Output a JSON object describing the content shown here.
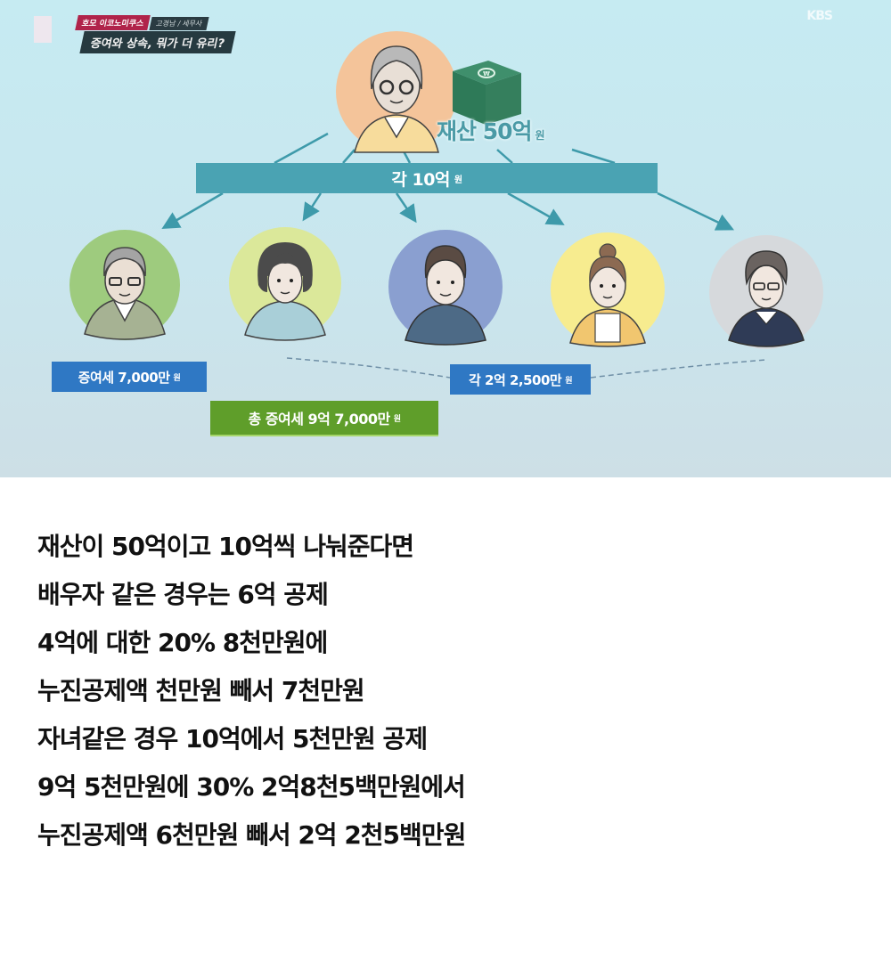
{
  "broadcast": {
    "program_tag": "호모 이코노미쿠스",
    "guest_tag": "고경남 / 세무사",
    "headline": "증여와 상속, 뭐가 더 유리?",
    "channel_logo": "KBS"
  },
  "diagram": {
    "giver": {
      "icon": "elderly-woman-avatar",
      "money_icon": "won-banknote-stack-icon",
      "asset_label": "재산 50억",
      "asset_unit": "원"
    },
    "distribution_bar": {
      "label": "각 10억",
      "unit": "원"
    },
    "recipients": [
      {
        "icon": "elderly-man-avatar",
        "bg": "#9ecb7e"
      },
      {
        "icon": "woman-short-hair-avatar",
        "bg": "#dbe89a"
      },
      {
        "icon": "young-man-avatar",
        "bg": "#8a9fd0"
      },
      {
        "icon": "woman-hair-bun-avatar",
        "bg": "#f7ec8f"
      },
      {
        "icon": "man-glasses-avatar",
        "bg": "#d6d9dc"
      }
    ],
    "spouse_tax": {
      "label": "증여세 7,000만",
      "unit": "원"
    },
    "children_tax": {
      "label": "각 2억 2,500만",
      "unit": "원"
    },
    "total_tax": {
      "label": "총 증여세 9억 7,000만",
      "unit": "원"
    },
    "colors": {
      "teal": "#4aa3b3",
      "blue": "#2f78c4",
      "green": "#5f9e2a",
      "giver_bg": "#f4c49a"
    }
  },
  "explanation": {
    "lines": [
      "재산이 50억이고 10억씩 나눠준다면",
      "배우자 같은 경우는 6억 공제",
      "4억에 대한 20% 8천만원에",
      "누진공제액 천만원 빼서 7천만원",
      "자녀같은 경우 10억에서 5천만원 공제",
      "9억 5천만원에 30% 2억8천5백만원에서",
      "누진공제액 6천만원 빼서 2억 2천5백만원"
    ]
  }
}
